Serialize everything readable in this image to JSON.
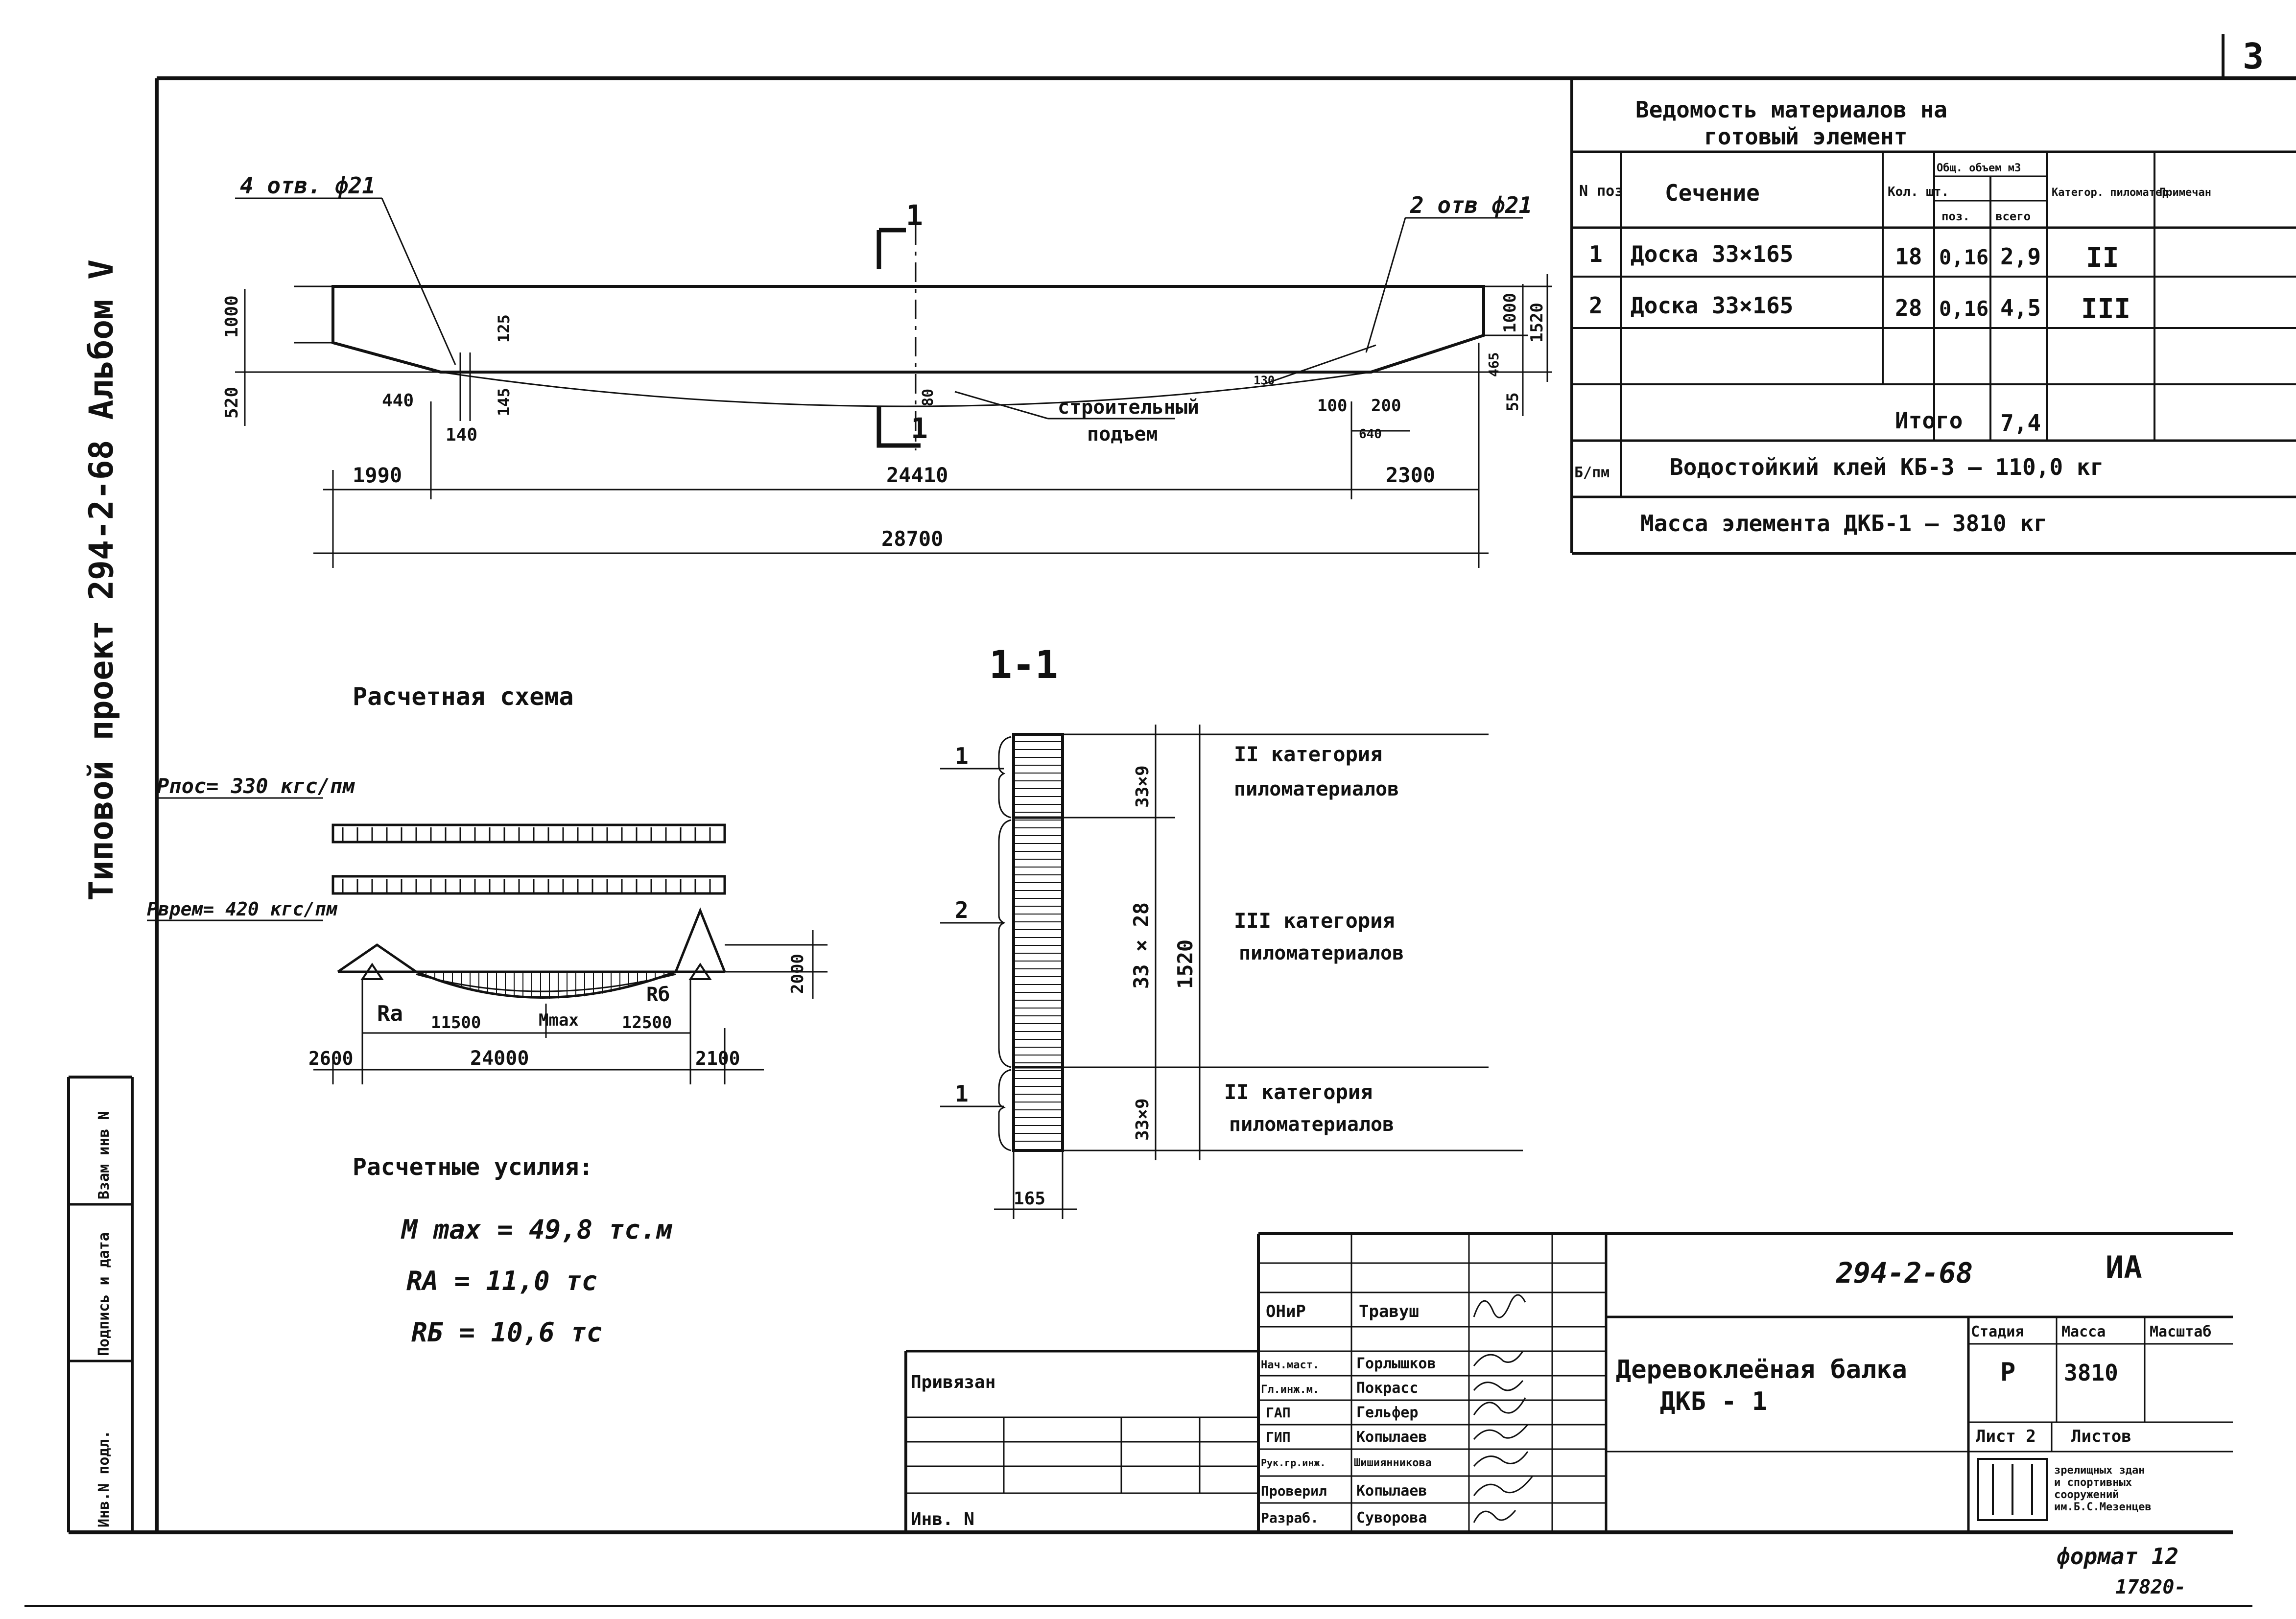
{
  "sheet_corner": "3",
  "side_stamp": "Типовой проект 294-2-68 Альбом V",
  "left_stamp_cells": [
    "Инв.N подл.",
    "Подпись и дата",
    "Взам инв N"
  ],
  "beam": {
    "hole_left": "4 отв. ф21",
    "hole_right": "2 отв ф21",
    "section_mark": "1",
    "camber_label_1": "строительный",
    "camber_label_2": "подъем",
    "dims": {
      "h_left": "1000",
      "h_low": "520",
      "h_right": "1000",
      "h_total": "1520",
      "d125": "125",
      "d145": "145",
      "d440": "440",
      "d140": "140",
      "d80": "80",
      "d130": "130",
      "d100": "100",
      "d200": "200",
      "d640": "640",
      "d55": "55",
      "d465": "465",
      "span_left": "1990",
      "span_mid": "24410",
      "span_right": "2300",
      "total": "28700"
    }
  },
  "materials": {
    "title_1": "Ведомость материалов на",
    "title_2": "готовый элемент",
    "headers": [
      "N поз",
      "Сечение",
      "Кол. шт.",
      "Общ. объем м3",
      "поз.",
      "всего",
      "Категор. пиломатер",
      "Примечан"
    ],
    "rows": [
      {
        "pos": "1",
        "section": "Доска 33×165",
        "qty": "18",
        "vol_pos": "0,16",
        "vol_all": "2,9",
        "cat": "II"
      },
      {
        "pos": "2",
        "section": "Доска 33×165",
        "qty": "28",
        "vol_pos": "0,16",
        "vol_all": "4,5",
        "cat": "III"
      }
    ],
    "total_label": "Итого",
    "total_value": "7,4",
    "glue_prefix": "Б/пм",
    "glue": "Водостойкий клей КБ-3 — 110,0 кг",
    "mass": "Масса элемента ДКБ-1 — 3810 кг"
  },
  "scheme": {
    "title": "Расчетная схема",
    "p_post": "Pпос= 330 кгс/пм",
    "p_vrem": "Pврем= 420 кгс/пм",
    "ra": "Ra",
    "rb": "Rб",
    "mmax": "Mmax",
    "d11500": "11500",
    "d12500": "12500",
    "d2000": "2000",
    "d2600": "2600",
    "d24000": "24000",
    "d2100": "2100"
  },
  "forces": {
    "title": "Расчетные усилия:",
    "m": "M max = 49,8 тс.м",
    "ra": "RA = 11,0 тс",
    "rb": "RБ = 10,6 тс"
  },
  "section": {
    "title": "1-1",
    "layers": [
      {
        "mark": "1",
        "dim": "33×9",
        "cat_1": "II категория",
        "cat_2": "пиломатериалов"
      },
      {
        "mark": "2",
        "dim": "33 × 28",
        "cat_1": "III категория",
        "cat_2": "пиломатериалов"
      },
      {
        "mark": "1",
        "dim": "33×9",
        "cat_1": "II категория",
        "cat_2": "пиломатериалов"
      }
    ],
    "height": "1520",
    "width": "165"
  },
  "titleblock": {
    "code": "294-2-68",
    "suffix": "ИА",
    "name_1": "Деревоклеёная балка",
    "name_2": "ДКБ - 1",
    "stage_h": "Стадия",
    "mass_h": "Масса",
    "scale_h": "Масштаб",
    "stage": "Р",
    "mass": "3810",
    "sheet": "Лист 2",
    "sheets": "Листов",
    "org_1": "зрелищных здан",
    "org_2": "и спортивных",
    "org_3": "сооружений",
    "org_4": "им.Б.С.Мезенцев",
    "privyazan": "Привязан",
    "inv": "Инв. N",
    "staff": [
      {
        "role": "ОНиР",
        "name": "Травуш"
      },
      {
        "role": "Нач.маст.",
        "name": "Горлышков"
      },
      {
        "role": "Гл.инж.м.",
        "name": "Покрасс"
      },
      {
        "role": "ГАП",
        "name": "Гельфер"
      },
      {
        "role": "ГИП",
        "name": "Копылаев"
      },
      {
        "role": "Рук.гр.инж.",
        "name": "Шишиянникова"
      },
      {
        "role": "Проверил",
        "name": "Копылаев"
      },
      {
        "role": "Разраб.",
        "name": "Суворова"
      }
    ],
    "format": "формат 12",
    "archive": "17820-"
  }
}
